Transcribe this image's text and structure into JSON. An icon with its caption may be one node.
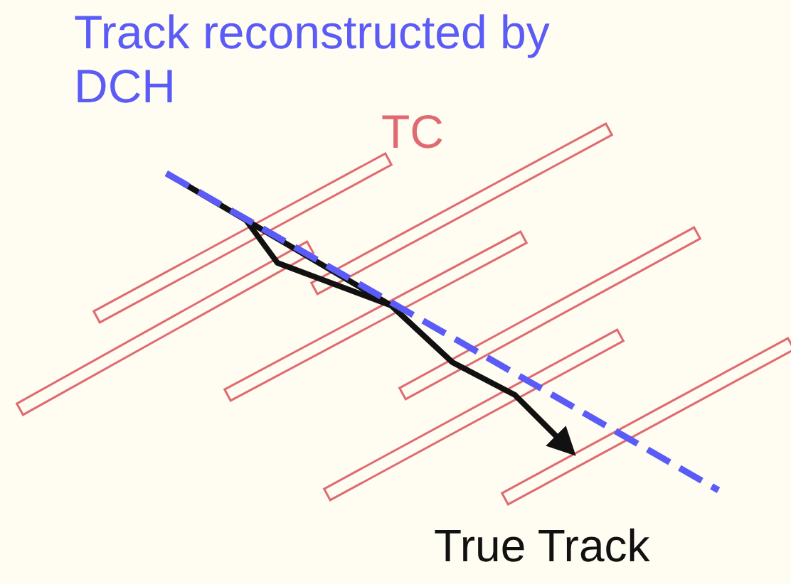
{
  "diagram": {
    "labels": [
      "Track reconstructed by DCH",
      "TC",
      "True Track"
    ]
  }
}
